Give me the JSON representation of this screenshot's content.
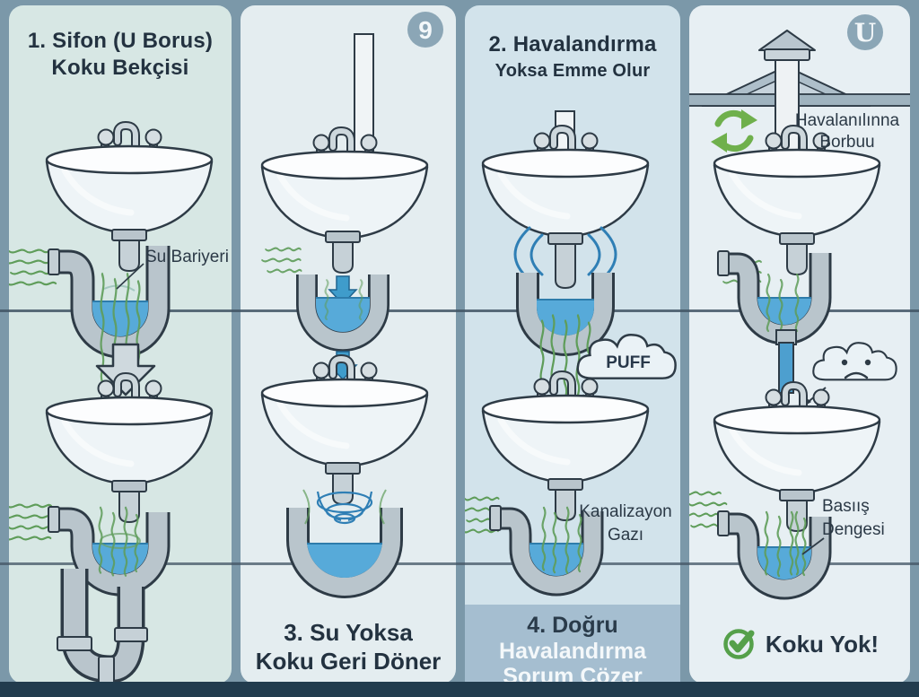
{
  "colors": {
    "outer_bg": "#7b98a9",
    "bottom_strip": "#223c4e",
    "wall_line": "#415464",
    "panel1_bg": "#d7e7e4",
    "panel2_bg": "#e4edf0",
    "panel3_bg": "#d2e3eb",
    "panel4_bg": "#e7eff3",
    "caption3_bg": "#a5bed0",
    "ink_outline": "#2e3b46",
    "pipe_gray": "#b9c5cc",
    "water_blue": "#57aad9",
    "odor_green": "#5f9d5a",
    "arrow_blue": "#3f9ccb",
    "check_green": "#55a04a"
  },
  "panel1": {
    "title_line1": "1. Sifon (U Borus)",
    "title_line2": "Koku Bekçisi",
    "water_barrier_label": "Su Bariyeri"
  },
  "panel2": {
    "badge_glyph": "9",
    "caption_line1": "3. Su Yoksa",
    "caption_line2": "Koku Geri Döner"
  },
  "panel3": {
    "title_line1": "2. Havalandırma",
    "title_line2": "Yoksa Emme Olur",
    "puff_label": "PUFF",
    "gas_label_line1": "Kanalizayon",
    "gas_label_line2": "Gazı",
    "caption_line1": "4. Doğru",
    "caption_line2": "Havalandırma",
    "caption_line3": "Sorum Çözer"
  },
  "panel4": {
    "badge_glyph": "U",
    "vent_label_line1": "Havalanılınna",
    "vent_label_line2": "Borbuu",
    "pressure_label_line1": "Basıış",
    "pressure_label_line2": "Dengesi",
    "footer_text": "Koku Yok!"
  }
}
